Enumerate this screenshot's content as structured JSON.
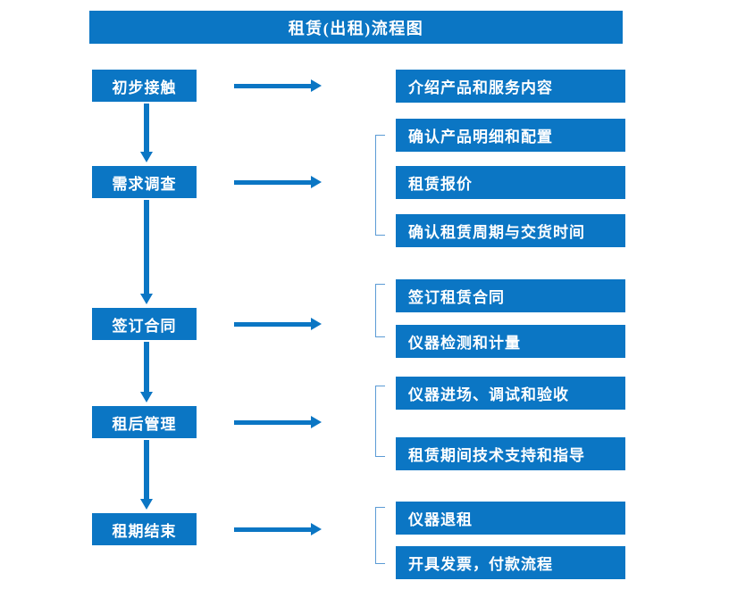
{
  "diagram": {
    "title": "租赁(出租)流程图",
    "accent_color": "#0b76c4",
    "bracket_color": "#5b9bd5",
    "text_color": "#ffffff",
    "background_color": "#ffffff"
  },
  "stages": [
    {
      "label": "初步接触"
    },
    {
      "label": "需求调查"
    },
    {
      "label": "签订合同"
    },
    {
      "label": "租后管理"
    },
    {
      "label": "租期结束"
    }
  ],
  "details": [
    {
      "label": "介绍产品和服务内容"
    },
    {
      "label": "确认产品明细和配置"
    },
    {
      "label": "租赁报价"
    },
    {
      "label": "确认租赁周期与交货时间"
    },
    {
      "label": "签订租赁合同"
    },
    {
      "label": "仪器检测和计量"
    },
    {
      "label": "仪器进场、调试和验收"
    },
    {
      "label": "租赁期间技术支持和指导"
    },
    {
      "label": "仪器退租"
    },
    {
      "label": "开具发票，付款流程"
    }
  ],
  "connectors": {
    "horizontal_arrows": 5,
    "vertical_arrows": 4,
    "brackets": 4
  }
}
